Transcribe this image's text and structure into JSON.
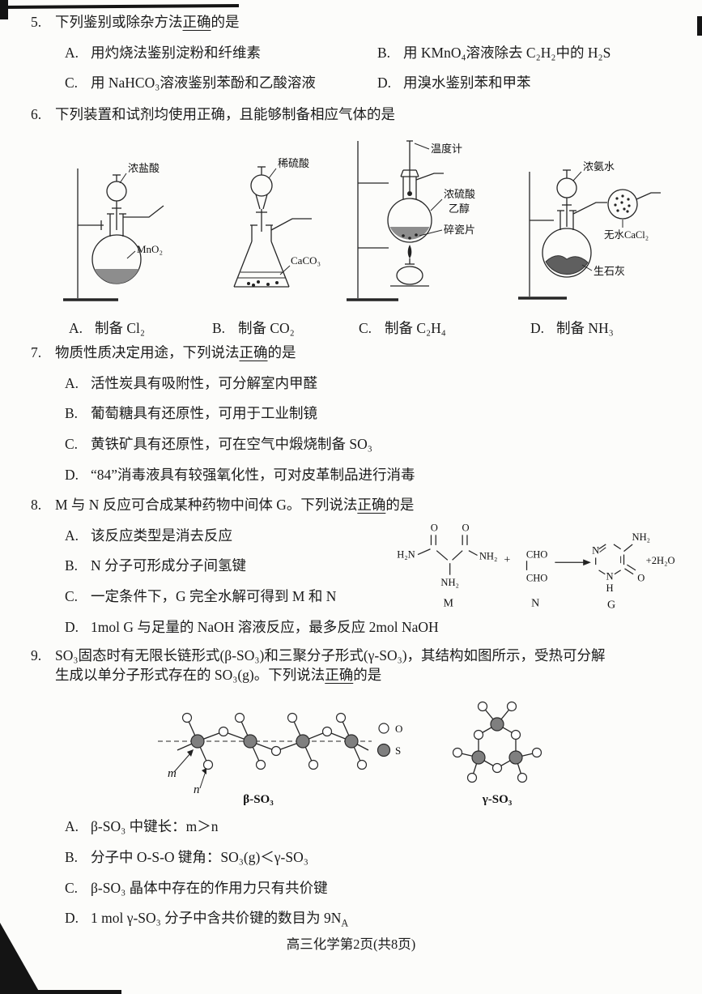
{
  "footer": "高三化学第2页(共8页)",
  "q5": {
    "number": "5.",
    "stem_pre": "下列鉴别或除杂方法",
    "stem_em": "正确",
    "stem_post": "的是",
    "options": [
      {
        "label": "A.",
        "text": "用灼烧法鉴别淀粉和纤维素"
      },
      {
        "label": "B.",
        "text": "用 KMnO₄溶液除去 C₂H₂中的 H₂S"
      },
      {
        "label": "C.",
        "text": "用 NaHCO₃溶液鉴别苯酚和乙酸溶液"
      },
      {
        "label": "D.",
        "text": "用溴水鉴别苯和甲苯"
      }
    ]
  },
  "q6": {
    "number": "6.",
    "stem": "下列装置和试剂均使用正确，且能够制备相应气体的是",
    "figures": {
      "a": {
        "top_label": "浓盐酸",
        "flask_label": "MnO₂"
      },
      "b": {
        "top_label": "稀硫酸",
        "flask_label": "CaCO₃"
      },
      "c": {
        "thermo_label": "温度计",
        "liquid_label1": "浓硫酸",
        "liquid_label2": "乙醇",
        "chips_label": "碎瓷片"
      },
      "d": {
        "top_label": "浓氨水",
        "dry_label": "无水CaCl₂",
        "flask_label": "生石灰"
      }
    },
    "options": [
      {
        "label": "A.",
        "text": "制备 Cl₂"
      },
      {
        "label": "B.",
        "text": "制备 CO₂"
      },
      {
        "label": "C.",
        "text": "制备 C₂H₄"
      },
      {
        "label": "D.",
        "text": "制备 NH₃"
      }
    ]
  },
  "q7": {
    "number": "7.",
    "stem_pre": "物质性质决定用途，下列说法",
    "stem_em": "正确",
    "stem_post": "的是",
    "options": [
      {
        "label": "A.",
        "text": "活性炭具有吸附性，可分解室内甲醛"
      },
      {
        "label": "B.",
        "text": "葡萄糖具有还原性，可用于工业制镜"
      },
      {
        "label": "C.",
        "text": "黄铁矿具有还原性，可在空气中煅烧制备 SO₃"
      },
      {
        "label": "D.",
        "text": "“84”消毒液具有较强氧化性，可对皮革制品进行消毒"
      }
    ]
  },
  "q8": {
    "number": "8.",
    "stem_pre": "M 与 N 反应可合成某种药物中间体 G。下列说法",
    "stem_em": "正确",
    "stem_post": "的是",
    "options": [
      {
        "label": "A.",
        "text": "该反应类型是消去反应"
      },
      {
        "label": "B.",
        "text": "N 分子可形成分子间氢键"
      },
      {
        "label": "C.",
        "text": "一定条件下，G 完全水解可得到 M 和 N"
      },
      {
        "label": "D.",
        "text": "1mol G 与足量的 NaOH 溶液反应，最多反应 2mol NaOH"
      }
    ],
    "diagram": {
      "o1": "O",
      "o2": "O",
      "h2n": "H₂N",
      "nh2_right": "NH₂",
      "nh2_down": "NH₂",
      "plus": "+",
      "cho_top": "CHO",
      "cho_bottom": "CHO",
      "ring_n_left": "N",
      "ring_n_bottom": "N",
      "ring_h": "H",
      "ring_nh2": "NH₂",
      "ring_o": "O",
      "water": "+2H₂O",
      "m_label": "M",
      "n_label": "N",
      "g_label": "G"
    }
  },
  "q9": {
    "number": "9.",
    "stem_line1": "SO₃固态时有无限长链形式(β-SO₃)和三聚分子形式(γ-SO₃)，其结构如图所示，受热可分解",
    "stem2_pre": "生成以单分子形式存在的 SO₃(g)。下列说法",
    "stem2_em": "正确",
    "stem2_post": "的是",
    "figure": {
      "m": "m",
      "n": "n",
      "legend_o": "O",
      "legend_s": "S",
      "beta_caption": "β-SO₃",
      "gamma_caption": "γ-SO₃"
    },
    "options": [
      {
        "label": "A.",
        "text": "β-SO₃ 中键长：m＞n"
      },
      {
        "label": "B.",
        "text": "分子中 O-S-O 键角：SO₃(g)＜γ-SO₃"
      },
      {
        "label": "C.",
        "text": "β-SO₃ 晶体中存在的作用力只有共价键"
      },
      {
        "label": "D.",
        "text_main": "1 mol γ-SO₃ 分子中含共价键的数目为 9N",
        "text_sub": "A"
      }
    ]
  }
}
